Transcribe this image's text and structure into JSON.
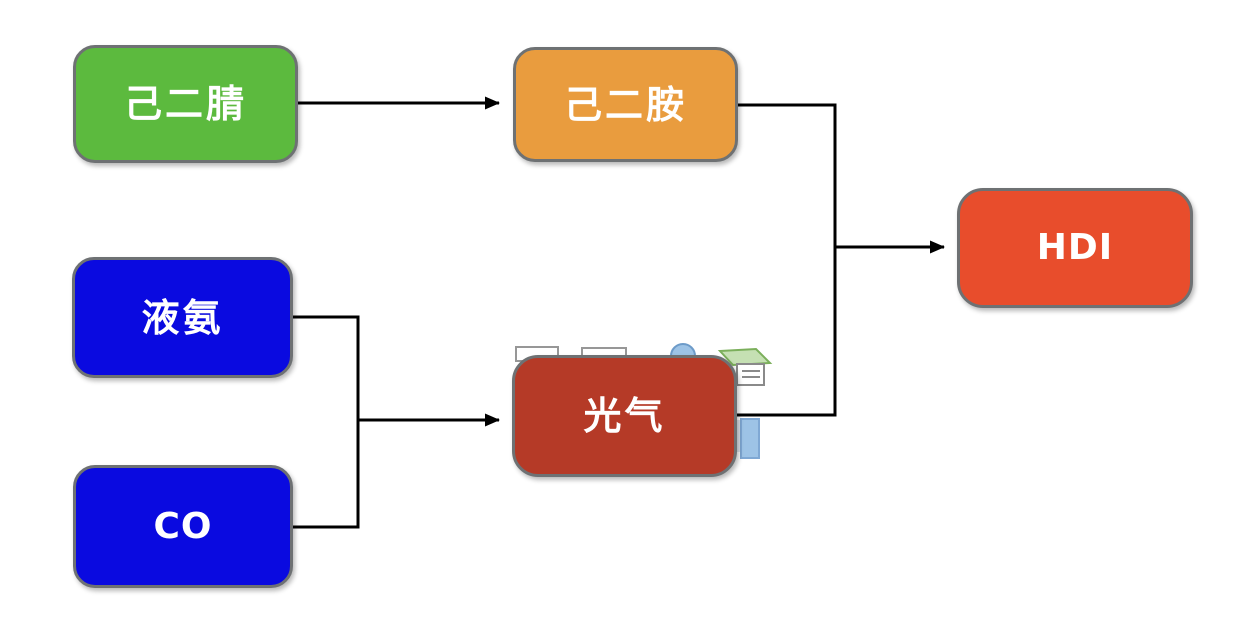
{
  "diagram": {
    "type": "flowchart",
    "description_visible_text_only": true,
    "nodes": [
      {
        "id": "adiponitrile",
        "label": "己二腈",
        "fill": "#5cba3e"
      },
      {
        "id": "hexamethylenediamine",
        "label": "己二胺",
        "fill": "#e99c3e"
      },
      {
        "id": "liquid-ammonia",
        "label": "液氨",
        "fill": "#0a0ae0"
      },
      {
        "id": "carbon-monoxide",
        "label": "CO",
        "fill": "#0a0ae0"
      },
      {
        "id": "phosgene",
        "label": "光气",
        "fill": "#b53a27"
      },
      {
        "id": "hdi",
        "label": "HDI",
        "fill": "#e84d2c"
      }
    ],
    "edges": [
      {
        "from": "己二腈",
        "to": "己二胺"
      },
      {
        "from": "液氨",
        "to": "光气"
      },
      {
        "from": "CO",
        "to": "光气"
      },
      {
        "from": "己二胺",
        "to": "HDI"
      },
      {
        "from": "光气",
        "to": "HDI"
      }
    ],
    "styles": {
      "node_border_color": "#6e7173",
      "node_text_color": "#ffffff",
      "edge_line_color": "#000000",
      "background_color": "#ffffff"
    },
    "clipart_fragments": {
      "note": "partially hidden clipart behind phosgene box",
      "monitor_fill": "#ffffff",
      "monitor_stroke": "#979797",
      "head_fill": "#9dc3e6",
      "head_stroke": "#6d9bc9",
      "green_top_fill": "#c5e0b3",
      "green_top_stroke": "#7baf5b",
      "notepad_fill": "#ffffff",
      "notepad_stroke": "#8a8a8a",
      "panel_fill": "#9dc3e6",
      "panel_stroke": "#7fa8d4",
      "strip_fill": "#dde3ea"
    }
  }
}
